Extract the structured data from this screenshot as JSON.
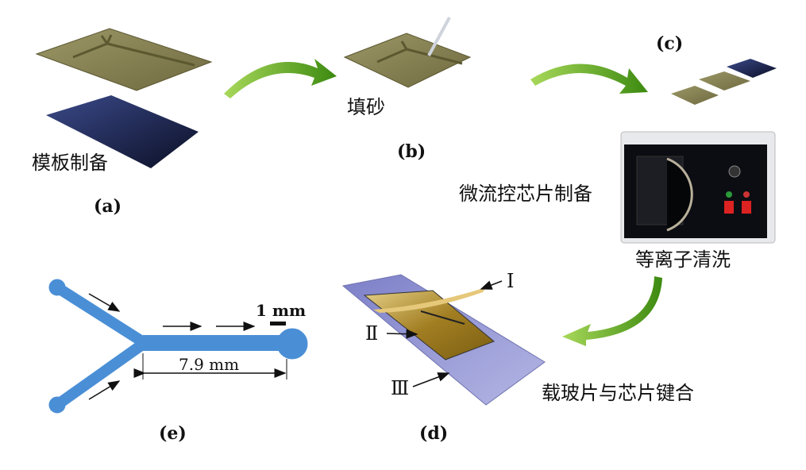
{
  "panels": {
    "a": {
      "label": "(a)",
      "caption": "模板制备"
    },
    "b": {
      "label": "(b)",
      "caption": "填砂"
    },
    "c": {
      "label": "(c)",
      "caption": "微流控芯片制备",
      "machine_caption": "等离子清洗"
    },
    "d": {
      "label": "(d)",
      "caption": "载玻片与芯片键合",
      "markers": [
        "Ⅰ",
        "Ⅱ",
        "Ⅲ"
      ]
    },
    "e": {
      "label": "(e)",
      "scale_bar": "1 mm",
      "length": "7.9 mm"
    }
  },
  "colors": {
    "channel": "#4a8fd6",
    "arrow": "#5aa61e",
    "template": "#8a8455",
    "glass": "#8d8fd0",
    "chip": "#b8962e"
  }
}
